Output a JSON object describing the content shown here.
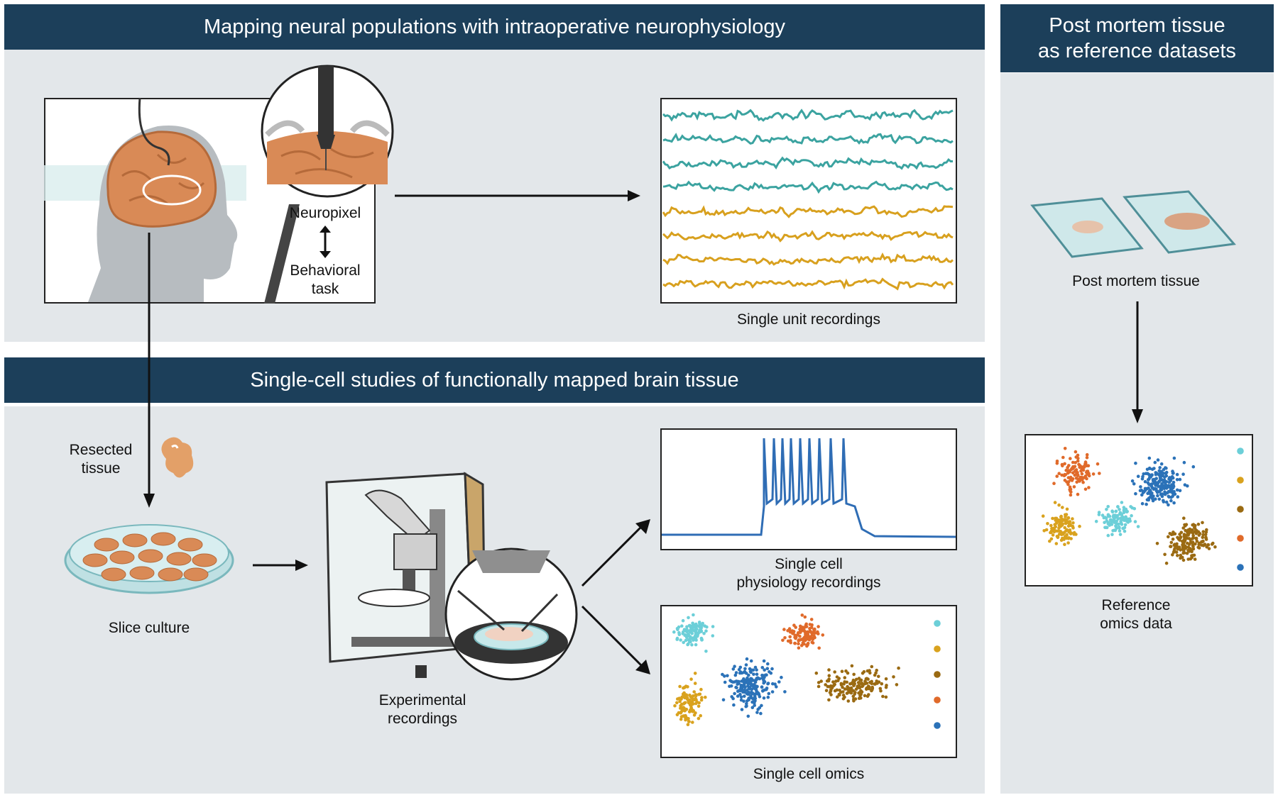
{
  "banners": {
    "intraop": "Mapping neural populations with intraoperative neurophysiology",
    "single_cell": "Single-cell studies of functionally mapped brain tissue",
    "postmortem_line1": "Post mortem tissue",
    "postmortem_line2": "as reference datasets"
  },
  "labels": {
    "neuropixel": "Neuropixel",
    "behavioral_line1": "Behavioral",
    "behavioral_line2": "task",
    "single_unit": "Single unit recordings",
    "resected_line1": "Resected",
    "resected_line2": "tissue",
    "slice_culture": "Slice culture",
    "experimental_line1": "Experimental",
    "experimental_line2": "recordings",
    "physiology_line1": "Single cell",
    "physiology_line2": "physiology recordings",
    "single_cell_omics": "Single cell omics",
    "postmortem_tissue": "Post mortem tissue",
    "reference_line1": "Reference",
    "reference_line2": "omics data"
  },
  "colors": {
    "banner": "#1c3f5a",
    "panel": "#e3e7ea",
    "teal_trace": "#3ba3a0",
    "gold_trace": "#d8a01e",
    "spike_trace": "#2f6db5",
    "cluster_colors": [
      "#6ccfd8",
      "#d9a21e",
      "#9a6a12",
      "#e06a2a",
      "#2b72b8"
    ]
  },
  "icons": [
    "brain-icon",
    "neuropixel-probe-icon",
    "petri-dish-icon",
    "microscope-rig-icon",
    "tissue-slide-icon",
    "arrow-icon"
  ]
}
